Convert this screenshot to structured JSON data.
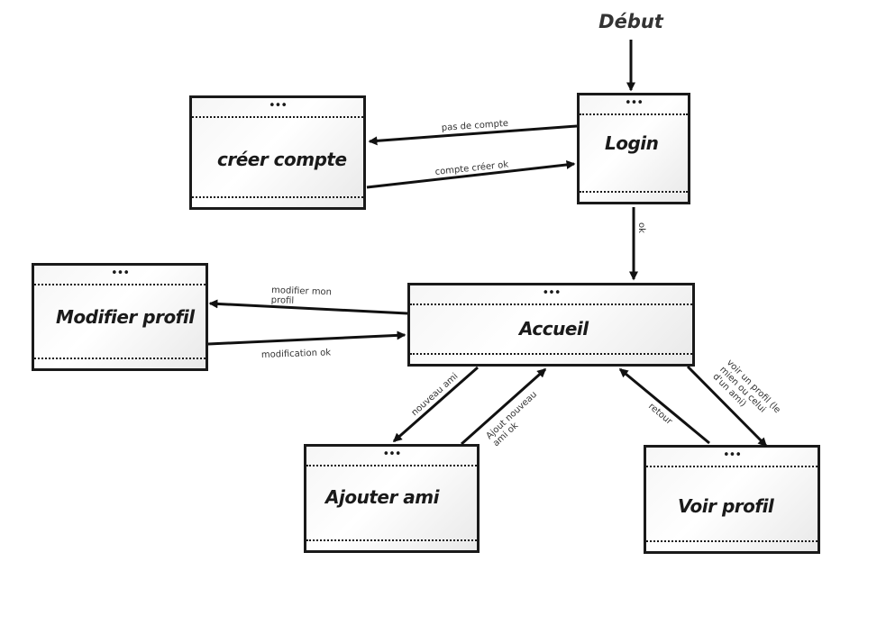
{
  "start": {
    "label": "Début"
  },
  "screens": {
    "login": {
      "title": "Login",
      "dots": "•••"
    },
    "creer_compte": {
      "title": "créer compte",
      "dots": "•••"
    },
    "modifier": {
      "title": "Modifier profil",
      "dots": "•••"
    },
    "accueil": {
      "title": "Accueil",
      "dots": "•••"
    },
    "ajouter": {
      "title": "Ajouter ami",
      "dots": "•••"
    },
    "voir": {
      "title": "Voir profil",
      "dots": "•••"
    }
  },
  "edges": {
    "pas_de_compte": "pas de compte",
    "compte_creer_ok": "compte créer ok",
    "ok": "ok",
    "modifier_mon": [
      "modifier mon",
      "profil"
    ],
    "modification_ok": "modification ok",
    "nouveau_ami": "nouveau ami",
    "ajout_nouveau": [
      "Ajout nouveau",
      "ami ok"
    ],
    "retour": "retour",
    "voir_un_profil": [
      "voir un profil (le",
      "mien ou celui",
      "d'un ami)"
    ]
  }
}
